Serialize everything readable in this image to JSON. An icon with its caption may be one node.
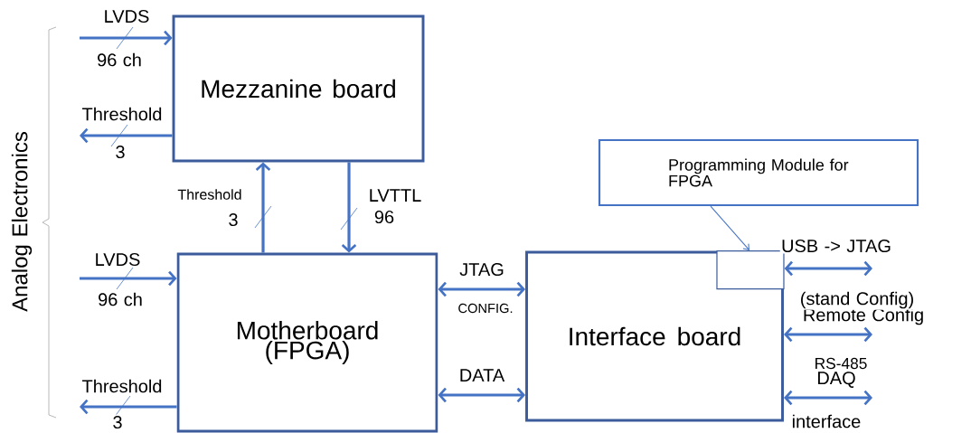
{
  "diagram": {
    "nodes": [
      {
        "text": [
          "Mezzanine board"
        ]
      },
      {
        "text": [
          "Motherboard (FPGA)"
        ]
      },
      {
        "text": [
          "Interface board"
        ]
      },
      {
        "text": [],
        "shape": "box",
        "in": 2
      },
      {
        "text": [
          "Programming Module for FPGA"
        ]
      }
    ],
    "edges": [
      {
        "from": null,
        "to": 0,
        "arrow": "to",
        "label": "LVDS"
      },
      {
        "from": 0,
        "to": null,
        "arrow": "to",
        "label": "Threshold"
      },
      {
        "from": 1,
        "to": 0,
        "arrow": "to",
        "label": "Threshold"
      },
      {
        "from": 0,
        "to": 1,
        "arrow": "to",
        "label": "LVTTL"
      },
      {
        "from": null,
        "to": 1,
        "arrow": "to",
        "label": "LVDS"
      },
      {
        "from": 1,
        "to": null,
        "arrow": "to",
        "label": "Threshold"
      },
      {
        "from": 1,
        "to": 2,
        "arrow": "both",
        "label": "JTAG"
      },
      {
        "from": 1,
        "to": 2,
        "arrow": "both",
        "label": "DATA"
      },
      {
        "from": 3,
        "to": null,
        "arrow": "both",
        "label": "USB -> JTAG"
      },
      {
        "from": 2,
        "to": null,
        "arrow": "both",
        "label": "Remote Config"
      },
      {
        "from": 2,
        "to": null,
        "arrow": "both",
        "label": "DAQ"
      },
      {
        "from": 4,
        "to": 3,
        "arrow": "to"
      }
    ],
    "labels": [
      "Analog Electronics",
      "96 ch",
      "3",
      "3",
      "96",
      "96 ch",
      "3",
      "CONFIG.",
      "(stand Config)",
      "RS-485",
      "interface"
    ]
  }
}
